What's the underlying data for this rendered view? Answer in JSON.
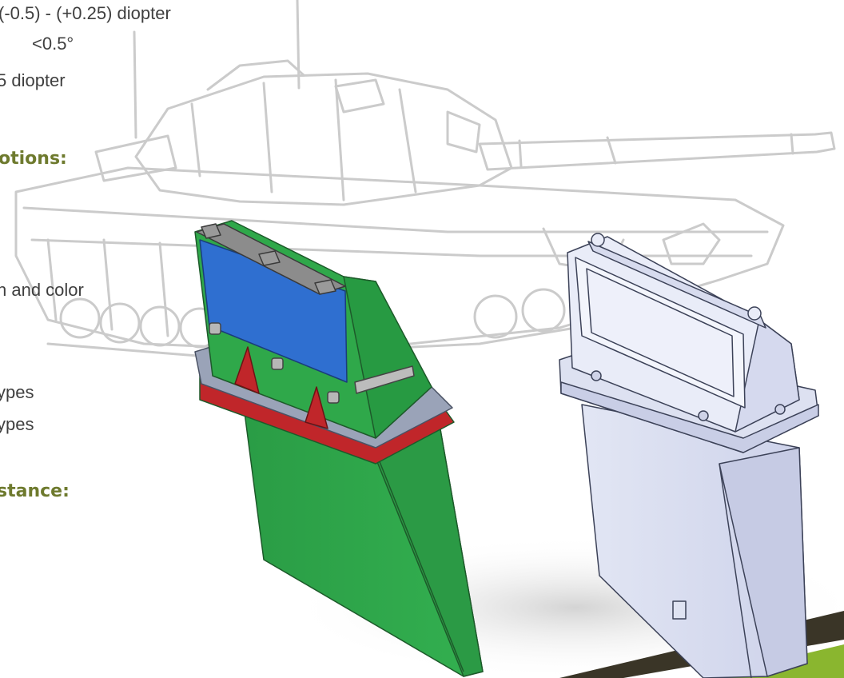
{
  "spec_lines": {
    "line1": "(-0.5) - (+0.25) diopter",
    "line2": "<0.5°",
    "line3": "5 diopter",
    "line4": "h and color",
    "line5": "ypes",
    "line6": "ypes"
  },
  "headings": {
    "heading1": "otions:",
    "heading2": "stance:"
  },
  "colors": {
    "heading": "#6e7a2e",
    "body_text": "#3f3f3f",
    "tank_outline": "#c9c9c9",
    "green_unit": "#2fa84a",
    "blue_screen": "#2f6fd0",
    "red_flange": "#c0262a",
    "white_unit": "#e8ebf7",
    "floor_dark": "#3a3527",
    "floor_green": "#8ab62f"
  }
}
